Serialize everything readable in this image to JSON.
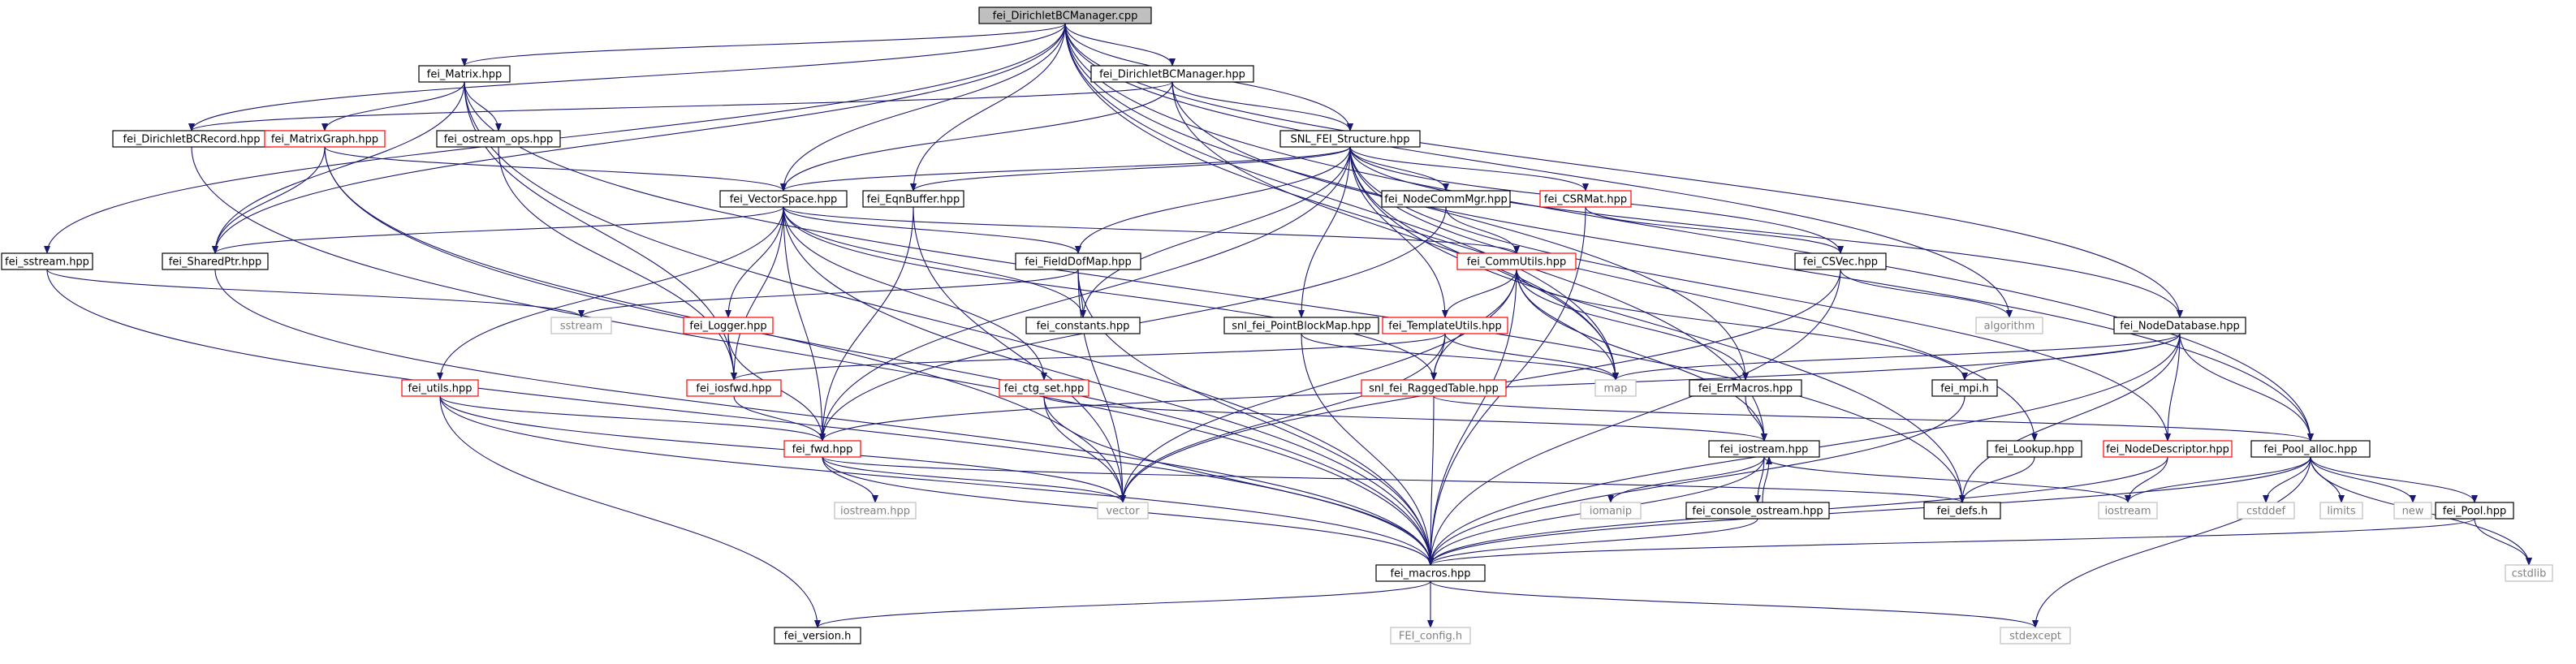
{
  "colors": {
    "edge": "#191970",
    "edge_back": "#9a32cd",
    "root_fill": "#bfbfbf",
    "node_border": "#000000",
    "incomplete_border": "#ff0000",
    "system_border": "#bfbfbf",
    "system_text": "#808080",
    "text": "#000000"
  },
  "nodes": [
    {
      "id": "root",
      "label": "fei_DirichletBCManager.cpp",
      "kind": "root"
    },
    {
      "id": "matrix",
      "label": "fei_Matrix.hpp",
      "kind": "normal"
    },
    {
      "id": "dbcmgr_h",
      "label": "fei_DirichletBCManager.hpp",
      "kind": "normal"
    },
    {
      "id": "dbcrec",
      "label": "fei_DirichletBCRecord.hpp",
      "kind": "normal"
    },
    {
      "id": "matgraph",
      "label": "fei_MatrixGraph.hpp",
      "kind": "incomplete"
    },
    {
      "id": "ostream_ops",
      "label": "fei_ostream_ops.hpp",
      "kind": "normal"
    },
    {
      "id": "snl_struct",
      "label": "SNL_FEI_Structure.hpp",
      "kind": "normal"
    },
    {
      "id": "vecspace",
      "label": "fei_VectorSpace.hpp",
      "kind": "normal"
    },
    {
      "id": "eqnbuf",
      "label": "fei_EqnBuffer.hpp",
      "kind": "normal"
    },
    {
      "id": "nodecomm",
      "label": "fei_NodeCommMgr.hpp",
      "kind": "normal"
    },
    {
      "id": "csrmat",
      "label": "fei_CSRMat.hpp",
      "kind": "incomplete"
    },
    {
      "id": "sstream_h",
      "label": "fei_sstream.hpp",
      "kind": "normal"
    },
    {
      "id": "sharedptr",
      "label": "fei_SharedPtr.hpp",
      "kind": "normal"
    },
    {
      "id": "fielddof",
      "label": "fei_FieldDofMap.hpp",
      "kind": "normal"
    },
    {
      "id": "commutils",
      "label": "fei_CommUtils.hpp",
      "kind": "incomplete"
    },
    {
      "id": "csvec",
      "label": "fei_CSVec.hpp",
      "kind": "normal"
    },
    {
      "id": "nodedb",
      "label": "fei_NodeDatabase.hpp",
      "kind": "normal"
    },
    {
      "id": "sstream",
      "label": "sstream",
      "kind": "system"
    },
    {
      "id": "logger",
      "label": "fei_Logger.hpp",
      "kind": "incomplete"
    },
    {
      "id": "constants",
      "label": "fei_constants.hpp",
      "kind": "normal"
    },
    {
      "id": "pbmap",
      "label": "snl_fei_PointBlockMap.hpp",
      "kind": "normal"
    },
    {
      "id": "templ",
      "label": "fei_TemplateUtils.hpp",
      "kind": "incomplete"
    },
    {
      "id": "algorithm",
      "label": "algorithm",
      "kind": "system"
    },
    {
      "id": "utils",
      "label": "fei_utils.hpp",
      "kind": "incomplete"
    },
    {
      "id": "iosfwd",
      "label": "fei_iosfwd.hpp",
      "kind": "incomplete"
    },
    {
      "id": "ctgset",
      "label": "fei_ctg_set.hpp",
      "kind": "incomplete"
    },
    {
      "id": "raggedtab",
      "label": "snl_fei_RaggedTable.hpp",
      "kind": "incomplete"
    },
    {
      "id": "map",
      "label": "map",
      "kind": "system"
    },
    {
      "id": "errmacros",
      "label": "fei_ErrMacros.hpp",
      "kind": "normal"
    },
    {
      "id": "mpi",
      "label": "fei_mpi.h",
      "kind": "normal"
    },
    {
      "id": "fwd",
      "label": "fei_fwd.hpp",
      "kind": "incomplete"
    },
    {
      "id": "iostream_h",
      "label": "fei_iostream.hpp",
      "kind": "normal"
    },
    {
      "id": "lookup",
      "label": "fei_Lookup.hpp",
      "kind": "normal"
    },
    {
      "id": "nodedesc",
      "label": "fei_NodeDescriptor.hpp",
      "kind": "incomplete"
    },
    {
      "id": "poolalloc",
      "label": "fei_Pool_alloc.hpp",
      "kind": "normal"
    },
    {
      "id": "iostreamhpp",
      "label": "iostream.hpp",
      "kind": "system"
    },
    {
      "id": "vector",
      "label": "vector",
      "kind": "system"
    },
    {
      "id": "iomanip",
      "label": "iomanip",
      "kind": "system"
    },
    {
      "id": "consostream",
      "label": "fei_console_ostream.hpp",
      "kind": "normal"
    },
    {
      "id": "defs",
      "label": "fei_defs.h",
      "kind": "normal"
    },
    {
      "id": "iostream",
      "label": "iostream",
      "kind": "system"
    },
    {
      "id": "cstddef",
      "label": "cstddef",
      "kind": "system"
    },
    {
      "id": "limits",
      "label": "limits",
      "kind": "system"
    },
    {
      "id": "new",
      "label": "new",
      "kind": "system"
    },
    {
      "id": "pool",
      "label": "fei_Pool.hpp",
      "kind": "normal"
    },
    {
      "id": "macros",
      "label": "fei_macros.hpp",
      "kind": "normal"
    },
    {
      "id": "cstdlib",
      "label": "cstdlib",
      "kind": "system"
    },
    {
      "id": "version",
      "label": "fei_version.h",
      "kind": "normal"
    },
    {
      "id": "config",
      "label": "FEI_config.h",
      "kind": "system"
    },
    {
      "id": "stdexcept",
      "label": "stdexcept",
      "kind": "system"
    }
  ],
  "edges": [
    [
      "root",
      "matrix"
    ],
    [
      "root",
      "dbcmgr_h"
    ],
    [
      "root",
      "dbcrec"
    ],
    [
      "root",
      "sstream_h"
    ],
    [
      "root",
      "sharedptr"
    ],
    [
      "root",
      "vecspace"
    ],
    [
      "root",
      "eqnbuf"
    ],
    [
      "root",
      "snl_struct"
    ],
    [
      "root",
      "map"
    ],
    [
      "root",
      "algorithm"
    ],
    [
      "root",
      "nodedb"
    ],
    [
      "root",
      "errmacros"
    ],
    [
      "root",
      "iostream_h"
    ],
    [
      "root",
      "poolalloc"
    ],
    [
      "matrix",
      "matgraph"
    ],
    [
      "matrix",
      "ostream_ops"
    ],
    [
      "matrix",
      "sharedptr"
    ],
    [
      "matrix",
      "iosfwd"
    ],
    [
      "matrix",
      "defs"
    ],
    [
      "matrix",
      "macros"
    ],
    [
      "dbcmgr_h",
      "dbcrec"
    ],
    [
      "dbcmgr_h",
      "snl_struct"
    ],
    [
      "dbcmgr_h",
      "vecspace"
    ],
    [
      "dbcmgr_h",
      "map"
    ],
    [
      "dbcmgr_h",
      "poolalloc"
    ],
    [
      "dbcrec",
      "macros"
    ],
    [
      "matgraph",
      "vecspace"
    ],
    [
      "matgraph",
      "sharedptr"
    ],
    [
      "matgraph",
      "vector"
    ],
    [
      "matgraph",
      "macros"
    ],
    [
      "ostream_ops",
      "iosfwd"
    ],
    [
      "snl_struct",
      "vecspace"
    ],
    [
      "snl_struct",
      "eqnbuf"
    ],
    [
      "snl_struct",
      "nodecomm"
    ],
    [
      "snl_struct",
      "csrmat"
    ],
    [
      "snl_struct",
      "csvec"
    ],
    [
      "snl_struct",
      "nodedb"
    ],
    [
      "snl_struct",
      "fielddof"
    ],
    [
      "snl_struct",
      "constants"
    ],
    [
      "snl_struct",
      "pbmap"
    ],
    [
      "snl_struct",
      "templ"
    ],
    [
      "snl_struct",
      "fwd"
    ],
    [
      "snl_struct",
      "lookup"
    ],
    [
      "snl_struct",
      "nodedesc"
    ],
    [
      "snl_struct",
      "defs"
    ],
    [
      "snl_struct",
      "map"
    ],
    [
      "vecspace",
      "sharedptr"
    ],
    [
      "vecspace",
      "fielddof"
    ],
    [
      "vecspace",
      "commutils"
    ],
    [
      "vecspace",
      "logger"
    ],
    [
      "vecspace",
      "utils"
    ],
    [
      "vecspace",
      "iosfwd"
    ],
    [
      "vecspace",
      "ctgset"
    ],
    [
      "vecspace",
      "raggedtab"
    ],
    [
      "vecspace",
      "fwd"
    ],
    [
      "vecspace",
      "constants"
    ],
    [
      "vecspace",
      "macros"
    ],
    [
      "eqnbuf",
      "fwd"
    ],
    [
      "eqnbuf",
      "vector"
    ],
    [
      "nodecomm",
      "commutils"
    ],
    [
      "nodecomm",
      "fwd"
    ],
    [
      "csrmat",
      "csvec"
    ],
    [
      "csrmat",
      "macros"
    ],
    [
      "sstream_h",
      "sstream"
    ],
    [
      "sstream_h",
      "macros"
    ],
    [
      "sharedptr",
      "macros"
    ],
    [
      "fielddof",
      "sstream"
    ],
    [
      "fielddof",
      "constants"
    ],
    [
      "fielddof",
      "vector"
    ],
    [
      "fielddof",
      "macros"
    ],
    [
      "commutils",
      "templ"
    ],
    [
      "commutils",
      "raggedtab"
    ],
    [
      "commutils",
      "map"
    ],
    [
      "commutils",
      "errmacros"
    ],
    [
      "commutils",
      "mpi"
    ],
    [
      "commutils",
      "iostream_h"
    ],
    [
      "commutils",
      "vector"
    ],
    [
      "commutils",
      "macros"
    ],
    [
      "csvec",
      "algorithm"
    ],
    [
      "csvec",
      "vector"
    ],
    [
      "csvec",
      "macros"
    ],
    [
      "nodedb",
      "map"
    ],
    [
      "nodedb",
      "mpi"
    ],
    [
      "nodedb",
      "fwd"
    ],
    [
      "nodedb",
      "nodedesc"
    ],
    [
      "nodedb",
      "poolalloc"
    ],
    [
      "nodedb",
      "defs"
    ],
    [
      "nodedb",
      "macros"
    ],
    [
      "logger",
      "iosfwd"
    ],
    [
      "logger",
      "fwd"
    ],
    [
      "pbmap",
      "map"
    ],
    [
      "pbmap",
      "macros"
    ],
    [
      "templ",
      "raggedtab"
    ],
    [
      "templ",
      "map"
    ],
    [
      "templ",
      "iosfwd"
    ],
    [
      "templ",
      "vector"
    ],
    [
      "utils",
      "fwd"
    ],
    [
      "utils",
      "vector"
    ],
    [
      "utils",
      "version"
    ],
    [
      "utils",
      "macros"
    ],
    [
      "iosfwd",
      "fwd"
    ],
    [
      "ctgset",
      "iostream_h"
    ],
    [
      "ctgset",
      "vector"
    ],
    [
      "ctgset",
      "macros"
    ],
    [
      "raggedtab",
      "poolalloc"
    ],
    [
      "raggedtab",
      "macros"
    ],
    [
      "errmacros",
      "iostream_h"
    ],
    [
      "mpi",
      "macros"
    ],
    [
      "fwd",
      "iostreamhpp"
    ],
    [
      "fwd",
      "vector"
    ],
    [
      "fwd",
      "defs"
    ],
    [
      "fwd",
      "macros"
    ],
    [
      "iostream_h",
      "iomanip"
    ],
    [
      "iostream_h",
      "consostream"
    ],
    [
      "iostream_h",
      "iostream"
    ],
    [
      "iostream_h",
      "macros"
    ],
    [
      "consostream",
      "iostream_h"
    ],
    [
      "consostream",
      "macros"
    ],
    [
      "lookup",
      "defs"
    ],
    [
      "nodedesc",
      "iostream"
    ],
    [
      "nodedesc",
      "macros"
    ],
    [
      "poolalloc",
      "cstddef"
    ],
    [
      "poolalloc",
      "limits"
    ],
    [
      "poolalloc",
      "new"
    ],
    [
      "poolalloc",
      "iostream"
    ],
    [
      "poolalloc",
      "pool"
    ],
    [
      "poolalloc",
      "cstdlib"
    ],
    [
      "poolalloc",
      "stdexcept"
    ],
    [
      "poolalloc",
      "macros"
    ],
    [
      "pool",
      "cstdlib"
    ],
    [
      "pool",
      "macros"
    ],
    [
      "macros",
      "version"
    ],
    [
      "macros",
      "config"
    ],
    [
      "macros",
      "stdexcept"
    ]
  ]
}
